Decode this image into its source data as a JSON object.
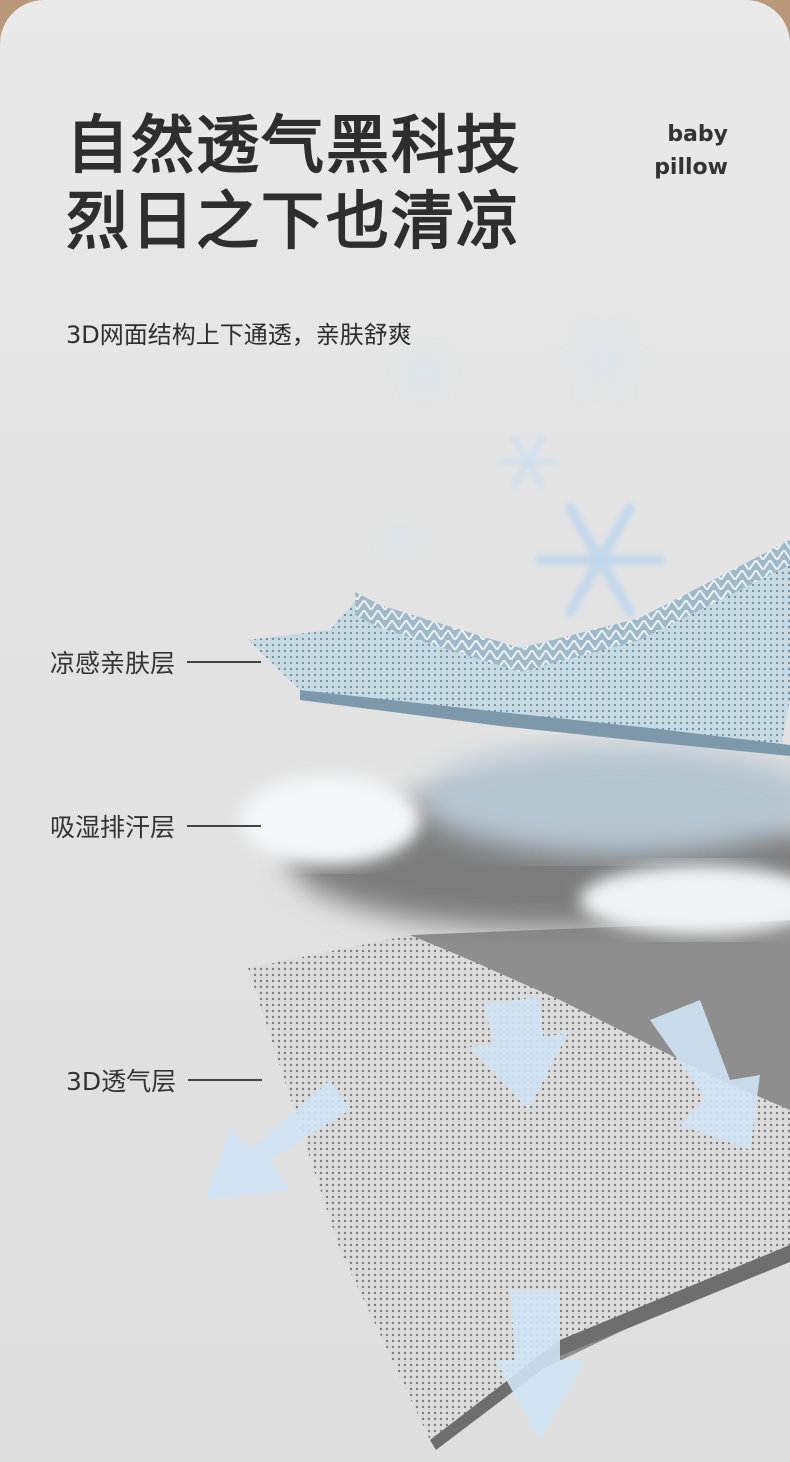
{
  "title": {
    "line1": "自然透气黑科技",
    "line2": "烈日之下也清凉"
  },
  "brand": {
    "line1": "baby",
    "line2": "pillow"
  },
  "subtitle": "3D网面结构上下通透，亲肤舒爽",
  "layers": [
    {
      "label": "凉感亲肤层"
    },
    {
      "label": "吸湿排汗层"
    },
    {
      "label": "3D透气层"
    }
  ],
  "colors": {
    "background": "#e6e6e6",
    "title": "#2e2e2e",
    "cool_layer": "#a9c4d3",
    "absorb_layer": "#8a8a8a",
    "mesh_layer": "#d9d9d9",
    "arrow": "#cfe3f4"
  },
  "icons": [
    "snowflake-icon",
    "arrow-down-icon"
  ]
}
